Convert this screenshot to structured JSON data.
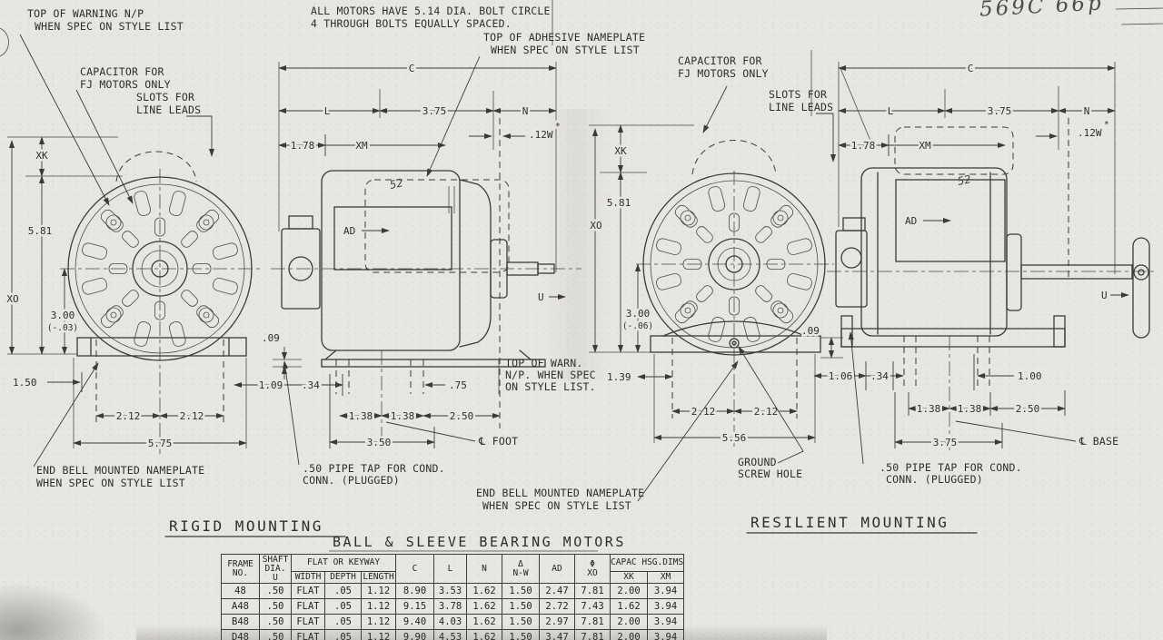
{
  "sheet": {
    "handwritten_note": "569C 66p",
    "headings": {
      "rigid": "RIGID MOUNTING",
      "resilient": "RESILIENT MOUNTING",
      "table_title": "BALL & SLEEVE BEARING MOTORS"
    }
  },
  "notes": {
    "warning_np": [
      "TOP OF WARNING N/P",
      "WHEN SPEC ON STYLE LIST"
    ],
    "bolt_circle": [
      "ALL MOTORS HAVE 5.14 DIA. BOLT CIRCLE",
      "4 THROUGH BOLTS EQUALLY SPACED."
    ],
    "adhesive_np": [
      "TOP OF ADHESIVE NAMEPLATE",
      "WHEN SPEC ON STYLE LIST"
    ],
    "capacitor": [
      "CAPACITOR FOR",
      "FJ MOTORS ONLY"
    ],
    "slots": [
      "SLOTS FOR",
      "LINE LEADS"
    ],
    "end_bell_np": [
      "END BELL MOUNTED NAMEPLATE",
      "WHEN SPEC ON STYLE LIST"
    ],
    "pipe_tap": [
      ".50 PIPE TAP FOR COND.",
      "CONN. (PLUGGED)"
    ],
    "warn_np_side": [
      "TOP OF WARN.",
      "N/P. WHEN SPEC",
      "ON STYLE LIST."
    ],
    "ground_screw": [
      "GROUND",
      "SCREW HOLE"
    ],
    "cl_foot": "℄ FOOT",
    "cl_base": "℄ BASE"
  },
  "dims": {
    "rigid_end": {
      "xk": "XK",
      "h_581": "5.81",
      "xo": "XO",
      "h_300": "3.00",
      "tol": "(-.03)",
      "w_150": "1.50",
      "w_212a": "2.12",
      "w_212b": "2.12",
      "w_575": "5.75"
    },
    "rigid_side": {
      "c": "C",
      "l": "L",
      "w_375": "3.75",
      "n": "N",
      "w_12w": ".12W",
      "star": "*",
      "h_178": "1.78",
      "xm": "XM",
      "ad": "AD",
      "mark": "52",
      "h_09": ".09",
      "w_109": "1.09",
      "w_34": ".34",
      "w_75": ".75",
      "u": "U",
      "w_138a": "1.38",
      "w_138b": "1.38",
      "w_250": "2.50",
      "w_350": "3.50"
    },
    "resilient_end": {
      "xk": "XK",
      "h_581": "5.81",
      "xo": "XO",
      "h_300": "3.00",
      "tol": "(-.06)",
      "w_139": "1.39",
      "w_212a": "2.12",
      "w_212b": "2.12",
      "w_556": "5.56"
    },
    "resilient_side": {
      "c": "C",
      "l": "L",
      "w_375": "3.75",
      "n": "N",
      "w_12w": ".12W",
      "star": "*",
      "h_178": "1.78",
      "xm": "XM",
      "ad": "AD",
      "mark": "52",
      "h_09": ".09",
      "w_106": "1.06",
      "w_34": ".34",
      "w_100": "1.00",
      "u": "U",
      "w_138a": "1.38",
      "w_138b": "1.38",
      "w_250": "2.50",
      "w_375b": "3.75"
    }
  },
  "table": {
    "headers": {
      "frame_1": "FRAME",
      "frame_2": "NO.",
      "shaft_1": "SHAFT",
      "shaft_2": "DIA.",
      "shaft_3": "U",
      "keyway": "FLAT OR KEYWAY",
      "width": "WIDTH",
      "depth": "DEPTH",
      "length": "LENGTH",
      "c": "C",
      "l": "L",
      "n": "N",
      "nw_sym": "Δ",
      "nw": "N-W",
      "ad": "AD",
      "xo_sym": "Φ",
      "xo": "XO",
      "capac": "CAPAC HSG.DIMS",
      "xk": "XK",
      "xm": "XM"
    },
    "rows": [
      {
        "frame": "48",
        "shaft": ".50",
        "width": "FLAT",
        "depth": ".05",
        "length": "1.12",
        "c": "8.90",
        "l": "3.53",
        "n": "1.62",
        "nw": "1.50",
        "ad": "2.47",
        "xo": "7.81",
        "xk": "2.00",
        "xm": "3.94"
      },
      {
        "frame": "A48",
        "shaft": ".50",
        "width": "FLAT",
        "depth": ".05",
        "length": "1.12",
        "c": "9.15",
        "l": "3.78",
        "n": "1.62",
        "nw": "1.50",
        "ad": "2.72",
        "xo": "7.43",
        "xk": "1.62",
        "xm": "3.94"
      },
      {
        "frame": "B48",
        "shaft": ".50",
        "width": "FLAT",
        "depth": ".05",
        "length": "1.12",
        "c": "9.40",
        "l": "4.03",
        "n": "1.62",
        "nw": "1.50",
        "ad": "2.97",
        "xo": "7.81",
        "xk": "2.00",
        "xm": "3.94"
      },
      {
        "frame": "D48",
        "shaft": ".50",
        "width": "FLAT",
        "depth": ".05",
        "length": "1.12",
        "c": "9.90",
        "l": "4.53",
        "n": "1.62",
        "nw": "1.50",
        "ad": "3.47",
        "xo": "7.81",
        "xk": "2.00",
        "xm": "3.94"
      }
    ]
  }
}
